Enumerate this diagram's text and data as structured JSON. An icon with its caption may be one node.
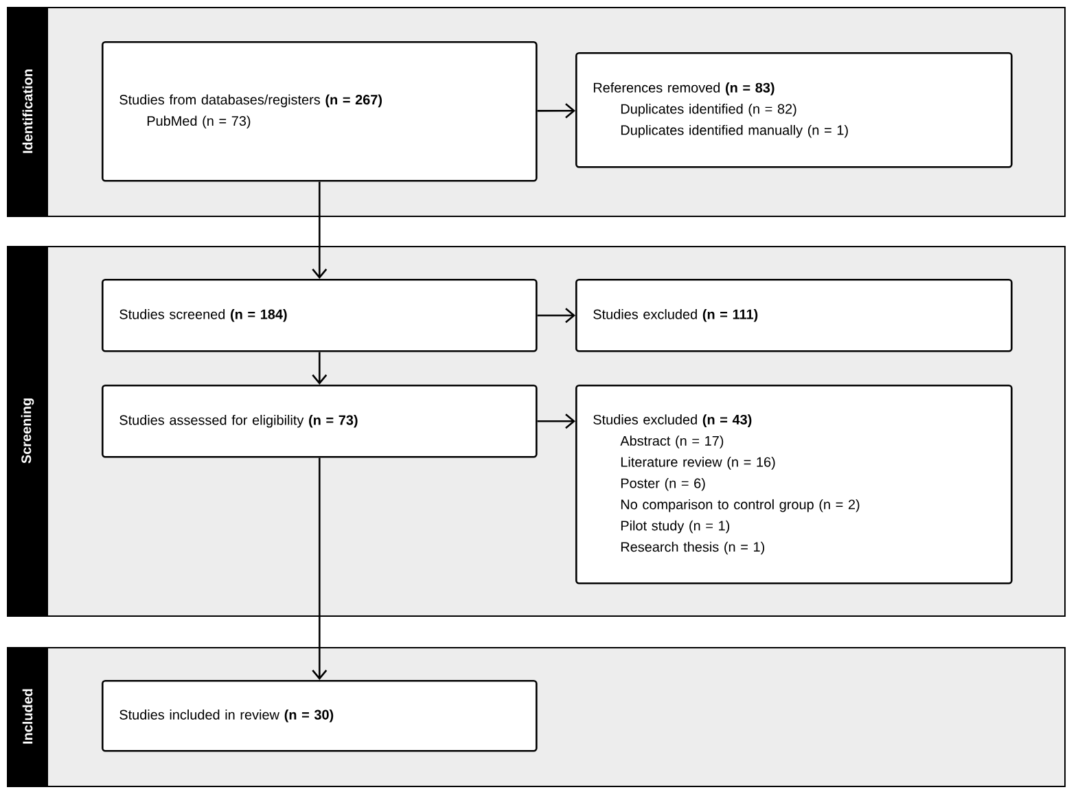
{
  "diagram": {
    "nodes": [
      {
        "text": [
          "Identification"
        ]
      },
      {
        "text": [
          "Studies from databases/registers **(n = 267)**",
          "PubMed (n = 73)"
        ],
        "in": 0
      },
      {
        "text": [
          "References removed **(n = 83)**",
          "Duplicates identified (n = 82)",
          "Duplicates identified manually (n = 1)"
        ],
        "in": 0
      },
      {
        "text": [
          "Screening"
        ]
      },
      {
        "text": [
          "Studies screened **(n = 184)**"
        ],
        "in": 3
      },
      {
        "text": [
          "Studies excluded **(n = 111)**"
        ],
        "in": 3
      },
      {
        "text": [
          "Studies assessed for eligibility **(n = 73)**"
        ],
        "in": 3
      },
      {
        "text": [
          "Studies excluded **(n = 43)**",
          "Abstract (n = 17)",
          "Literature review (n = 16)",
          "Poster (n = 6)",
          "No comparison to control group (n = 2)",
          "Pilot study (n = 1)",
          "Research thesis (n = 1)"
        ],
        "in": 3
      },
      {
        "text": [
          "Included"
        ]
      },
      {
        "text": [
          "Studies included in review **(n = 30)**"
        ],
        "in": 8
      }
    ],
    "edges": [
      {
        "from": 1,
        "to": 2,
        "arrow": "to"
      },
      {
        "from": 1,
        "to": 4,
        "arrow": "to"
      },
      {
        "from": 4,
        "to": 5,
        "arrow": "to"
      },
      {
        "from": 4,
        "to": 6,
        "arrow": "to"
      },
      {
        "from": 6,
        "to": 7,
        "arrow": "to"
      },
      {
        "from": 6,
        "to": 9,
        "arrow": "to"
      }
    ]
  }
}
